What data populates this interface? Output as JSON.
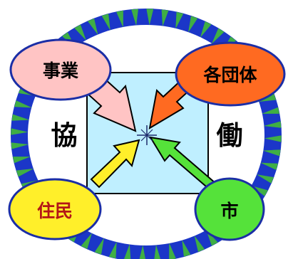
{
  "labels": {
    "top_left": "事業",
    "top_right": "各団体",
    "bottom_left": "住民",
    "bottom_right": "市",
    "left": "協",
    "right": "働"
  },
  "colors": {
    "ring_blue": "#1b36c8",
    "ring_green": "#3fae44",
    "center_fill": "#bfefff",
    "top_left_fill": "#ffc4c4",
    "top_right_fill": "#ff6a21",
    "bottom_left_fill": "#ffef2a",
    "bottom_right_fill": "#55e23a",
    "bottom_left_text": "#b31717"
  }
}
